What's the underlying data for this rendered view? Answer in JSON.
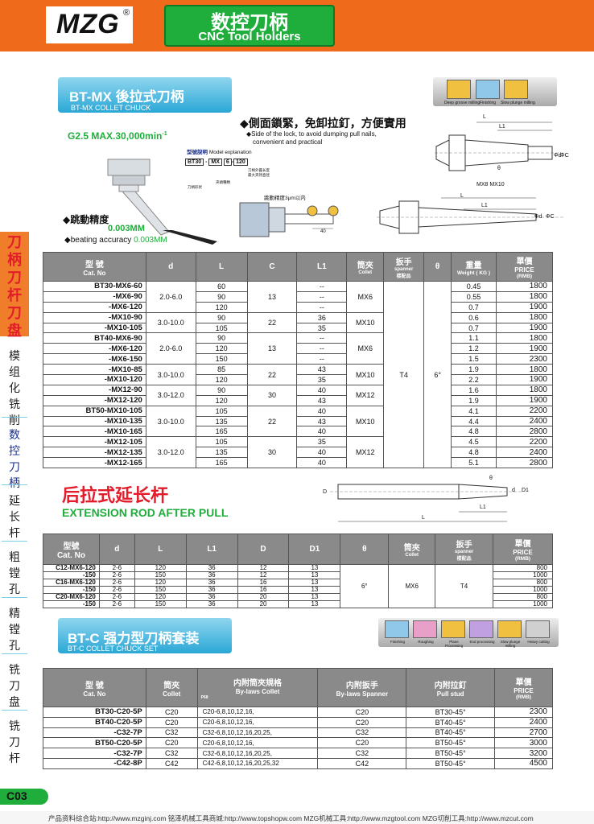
{
  "header": {
    "logo": "MZG",
    "reg": "®",
    "title_zh": "数控刀柄",
    "title_en": "CNC Tool Holders"
  },
  "nav": {
    "items": [
      "刀柄刀杆刀盘",
      "模组化铣削",
      "数控刀柄",
      "延长杆",
      "粗镗孔",
      "精镗孔",
      "铣刀盘",
      "铣刀杆"
    ],
    "active": "数控刀柄"
  },
  "section1": {
    "title_zh": "BT-MX 後拉式刀柄",
    "title_en": "BT-MX COLLET CHUCK",
    "spec": "G2.5  MAX.30,000min",
    "spec_sup": "-1",
    "feature_zh": "◆側面鎖緊，免卸拉釘，方便實用",
    "feature_en1": "◆Side of the lock, to avoid dumping pull nails,",
    "feature_en2": "convenient and practical",
    "model_label_zh": "型號說明",
    "model_label_en": "Model explanation",
    "model_parts": [
      "BT30",
      "MX",
      "6",
      "120"
    ],
    "model_notes": [
      "刀柄形状",
      "夹頭種類",
      "最大夹持直径",
      "刀柄外露长度"
    ],
    "runout_label": "跳動精度3μm以内",
    "dim_40": "40",
    "accuracy_zh": "◆跳動精度",
    "accuracy_val": "0.003MM",
    "accuracy_en": "◆beating accuracy ",
    "accuracy_en_val": "0.003MM",
    "icons": [
      "Deep groove milling",
      "Finishing",
      "Slow plunge milling"
    ],
    "draw_labels": {
      "L": "L",
      "L1": "L1",
      "d": "Φd",
      "C": "ΦC",
      "theta": "θ",
      "mx": "MX8  MX10"
    },
    "table": {
      "headers": {
        "cat_zh": "型 號",
        "cat_en": "Cat. No",
        "d": "d",
        "L": "L",
        "C": "C",
        "L1": "L1",
        "collet_zh": "筒夾",
        "collet_en": "Collet",
        "spanner_zh": "扳手",
        "spanner_en": "spanner",
        "accessory": "楼配品",
        "theta": "θ",
        "weight_zh": "重量",
        "weight_en": "Weight ( KG )",
        "price_zh": "單價",
        "price_en": "PRICE",
        "price_unit": "(RMB)"
      },
      "rows": [
        {
          "cat": "BT30-MX6-60",
          "L": "60",
          "L1": "--",
          "weight": "0.45",
          "price": "1800"
        },
        {
          "cat": "-MX6-90",
          "L": "90",
          "L1": "--",
          "weight": "0.55",
          "price": "1800"
        },
        {
          "cat": "-MX6-120",
          "L": "120",
          "L1": "--",
          "weight": "0.7",
          "price": "1900"
        },
        {
          "cat": "-MX10-90",
          "L": "90",
          "L1": "36",
          "weight": "0.6",
          "price": "1800"
        },
        {
          "cat": "-MX10-105",
          "L": "105",
          "L1": "35",
          "weight": "0.7",
          "price": "1900"
        },
        {
          "cat": "BT40-MX6-90",
          "L": "90",
          "L1": "--",
          "weight": "1.1",
          "price": "1800"
        },
        {
          "cat": "-MX6-120",
          "L": "120",
          "L1": "--",
          "weight": "1.2",
          "price": "1900"
        },
        {
          "cat": "-MX6-150",
          "L": "150",
          "L1": "--",
          "weight": "1.5",
          "price": "2300"
        },
        {
          "cat": "-MX10-85",
          "L": "85",
          "L1": "43",
          "weight": "1.9",
          "price": "1800"
        },
        {
          "cat": "-MX10-120",
          "L": "120",
          "L1": "35",
          "weight": "2.2",
          "price": "1900"
        },
        {
          "cat": "-MX12-90",
          "L": "90",
          "L1": "40",
          "weight": "1.6",
          "price": "1800"
        },
        {
          "cat": "-MX12-120",
          "L": "120",
          "L1": "43",
          "weight": "1.9",
          "price": "1900"
        },
        {
          "cat": "BT50-MX10-105",
          "L": "105",
          "L1": "40",
          "weight": "4.1",
          "price": "2200"
        },
        {
          "cat": "-MX10-135",
          "L": "135",
          "L1": "43",
          "weight": "4.4",
          "price": "2400"
        },
        {
          "cat": "-MX10-165",
          "L": "165",
          "L1": "40",
          "weight": "4.8",
          "price": "2800"
        },
        {
          "cat": "-MX12-105",
          "L": "105",
          "L1": "35",
          "weight": "4.5",
          "price": "2200"
        },
        {
          "cat": "-MX12-135",
          "L": "135",
          "L1": "40",
          "weight": "4.8",
          "price": "2400"
        },
        {
          "cat": "-MX12-165",
          "L": "165",
          "L1": "40",
          "weight": "5.1",
          "price": "2800"
        }
      ],
      "d_groups": [
        "2.0-6.0",
        "3.0-10.0",
        "2.0-6.0",
        "3.0-10.0",
        "3.0-12.0",
        "3.0-10.0",
        "3.0-12.0"
      ],
      "c_groups": [
        "13",
        "22",
        "13",
        "22",
        "30",
        "22",
        "30"
      ],
      "collet_groups": [
        "MX6",
        "MX10",
        "MX6",
        "MX10",
        "MX12",
        "MX10",
        "MX12"
      ],
      "spanner": "T4",
      "theta": "6°"
    }
  },
  "section2": {
    "title_zh": "后拉式延长杆",
    "title_en": "EXTENSION ROD AFTER PULL",
    "draw_labels": {
      "D": "D",
      "d": "d",
      "D1": "D1",
      "L1": "L1",
      "L": "L",
      "theta": "θ"
    },
    "table": {
      "headers": {
        "cat_zh": "型號",
        "cat_en": "Cat. No",
        "d": "d",
        "L": "L",
        "L1": "L1",
        "D": "D",
        "D1": "D1",
        "theta": "θ",
        "collet_zh": "筒夾",
        "collet_en": "Collet",
        "spanner_zh": "扳手",
        "spanner_en": "spanner",
        "accessory": "楼配品",
        "price_zh": "單價",
        "price_en": "PRICE",
        "price_unit": "(RMB)"
      },
      "rows": [
        {
          "cat": "C12-MX6-120",
          "d": "2-6",
          "L": "120",
          "L1": "36",
          "D": "12",
          "D1": "13",
          "price": "800"
        },
        {
          "cat": "-150",
          "d": "2-6",
          "L": "150",
          "L1": "36",
          "D": "12",
          "D1": "13",
          "price": "1000"
        },
        {
          "cat": "C16-MX6-120",
          "d": "2-6",
          "L": "120",
          "L1": "36",
          "D": "16",
          "D1": "13",
          "price": "800"
        },
        {
          "cat": "-150",
          "d": "2-6",
          "L": "150",
          "L1": "36",
          "D": "16",
          "D1": "13",
          "price": "1000"
        },
        {
          "cat": "C20-MX6-120",
          "d": "2-6",
          "L": "120",
          "L1": "36",
          "D": "20",
          "D1": "13",
          "price": "800"
        },
        {
          "cat": "-150",
          "d": "2-6",
          "L": "150",
          "L1": "36",
          "D": "20",
          "D1": "13",
          "price": "1000"
        }
      ],
      "theta": "6°",
      "collet": "MX6",
      "spanner": "T4"
    }
  },
  "section3": {
    "title_zh": "BT-C 强力型刀柄套装",
    "title_en": "BT-C  COLLET CHUCK SET",
    "icons": [
      "Finishing",
      "Roughing",
      "Plane Processing",
      "End processing",
      "Slow plunge milling",
      "Heavy cutting"
    ],
    "table": {
      "headers": {
        "cat_zh": "型 號",
        "cat_en": "Cat. No",
        "collet_zh": "筒夾",
        "collet_en": "Collet",
        "spec_zh": "内附筒夾規格",
        "spec_en": "By-laws Collet",
        "spec_ref": "P68",
        "spanner_zh": "内附扳手",
        "spanner_en": "By-laws Spanner",
        "stud_zh": "内附拉釘",
        "stud_en": "Pull stud",
        "price_zh": "單價",
        "price_en": "PRICE",
        "price_unit": "(RMB)"
      },
      "rows": [
        {
          "cat": "BT30-C20-5P",
          "collet": "C20",
          "spec": "C20-6,8,10,12,16,",
          "spanner": "C20",
          "stud": "BT30-45°",
          "price": "2300"
        },
        {
          "cat": "BT40-C20-5P",
          "collet": "C20",
          "spec": "C20-6,8,10,12,16,",
          "spanner": "C20",
          "stud": "BT40-45°",
          "price": "2400"
        },
        {
          "cat": "-C32-7P",
          "collet": "C32",
          "spec": "C32-6,8,10,12,16,20,25,",
          "spanner": "C32",
          "stud": "BT40-45°",
          "price": "2700"
        },
        {
          "cat": "BT50-C20-5P",
          "collet": "C20",
          "spec": "C20-6,8,10,12,16,",
          "spanner": "C20",
          "stud": "BT50-45°",
          "price": "3000"
        },
        {
          "cat": "-C32-7P",
          "collet": "C32",
          "spec": "C32-6,8,10,12,16,20,25,",
          "spanner": "C32",
          "stud": "BT50-45°",
          "price": "3200"
        },
        {
          "cat": "-C42-8P",
          "collet": "C42",
          "spec": "C42-6,8,10,12,16,20,25,32",
          "spanner": "C42",
          "stud": "BT50-45°",
          "price": "4500"
        }
      ]
    }
  },
  "footer": {
    "page": "C03",
    "text": "产品资料综合站:http://www.mzginj.com 铭泽机械工具商城:http://www.topshopw.com   MZG机械工具:http://www.mzgtool.com  MZG切削工具:http://www.mzcut.com"
  },
  "colors": {
    "orange": "#f06a1c",
    "green": "#1fae3c",
    "blue": "#2aa7d6",
    "red": "#e21c2a"
  }
}
